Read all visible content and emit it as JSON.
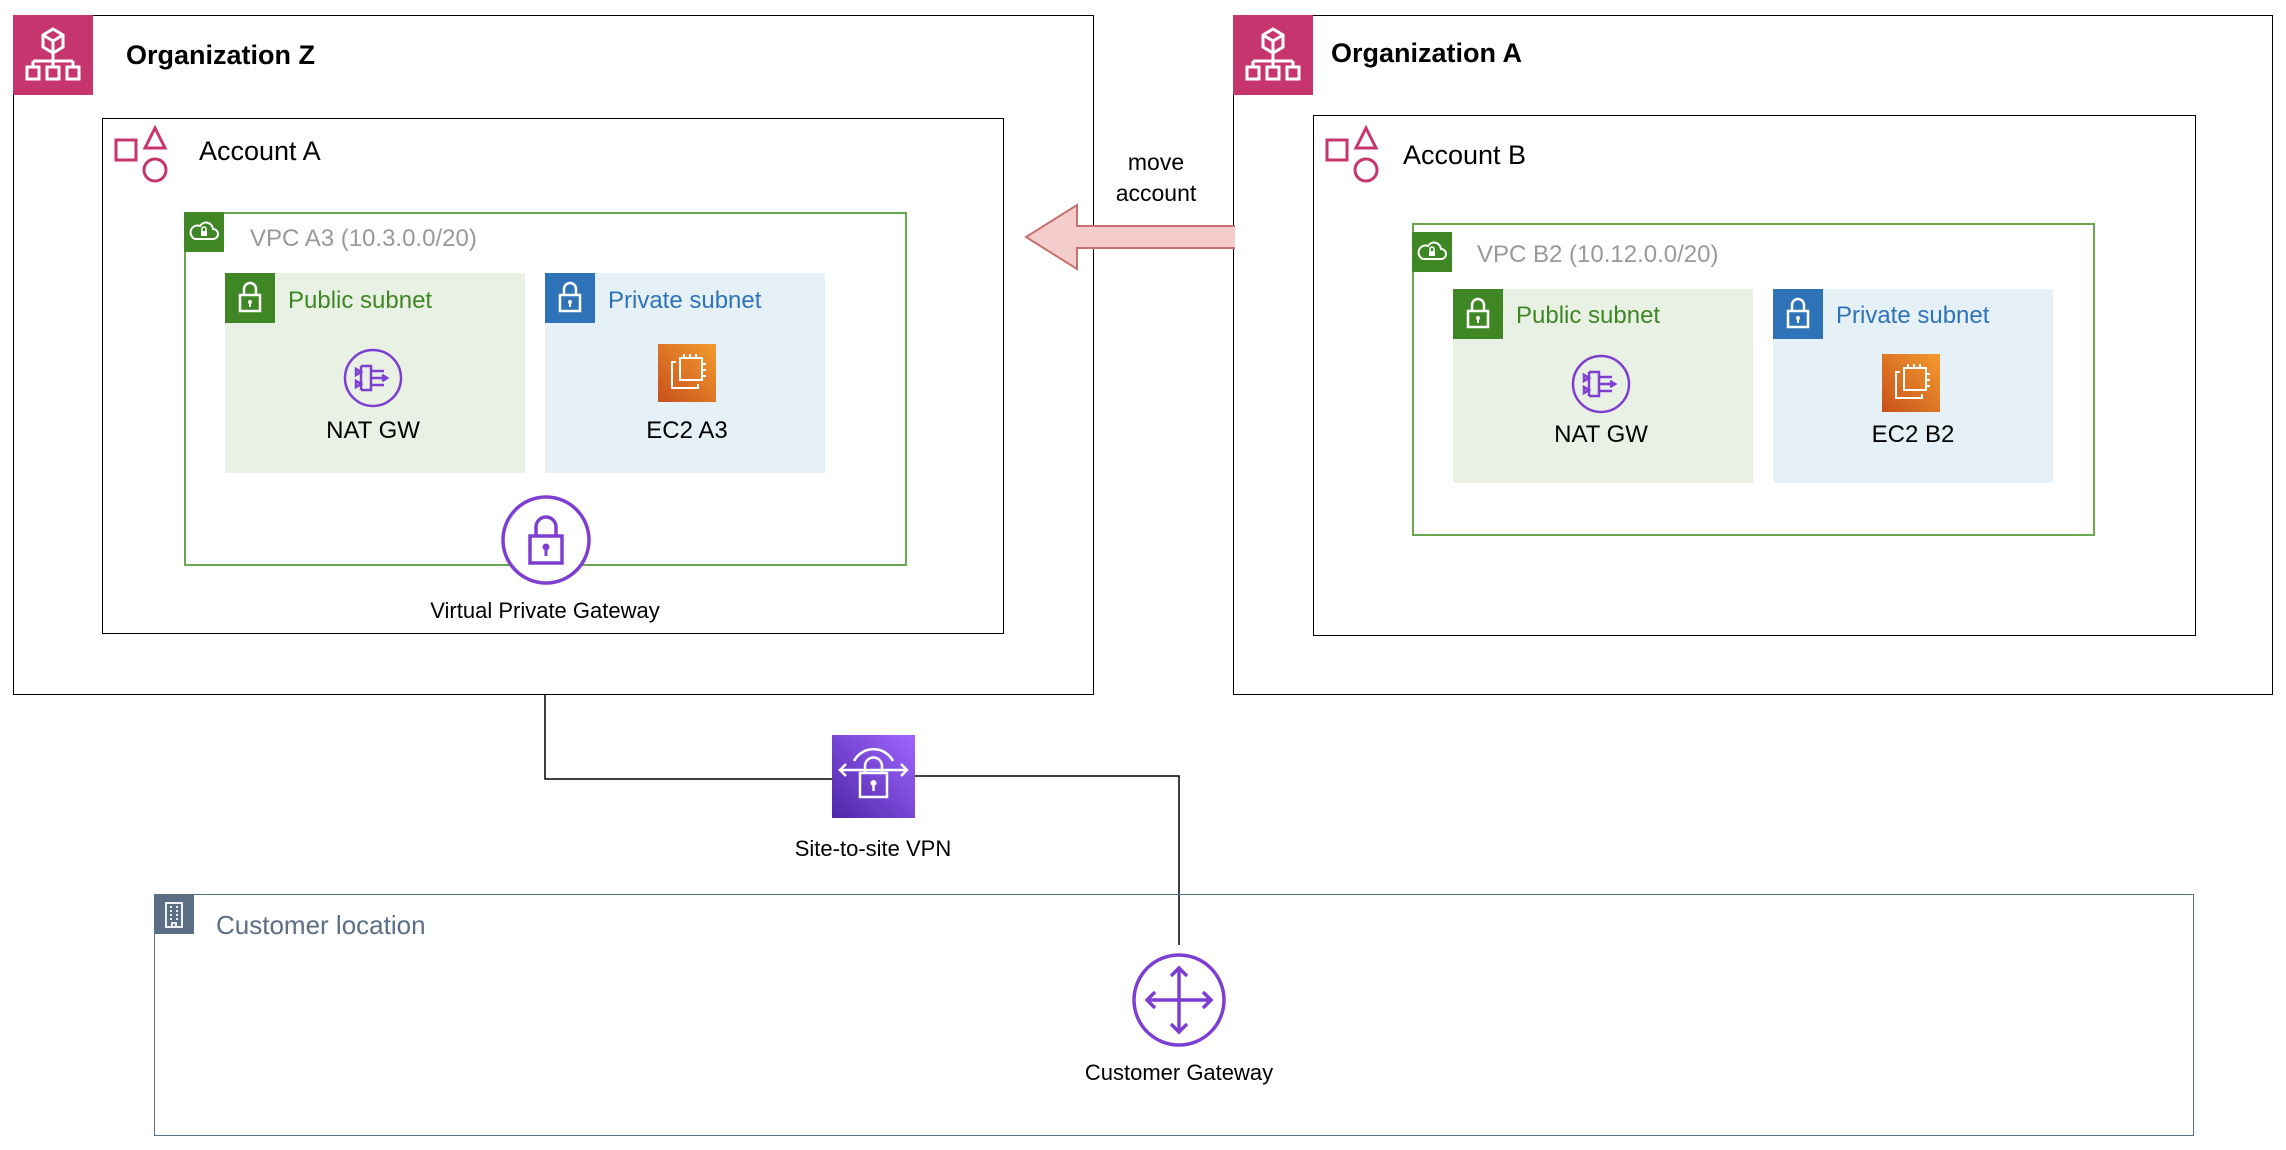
{
  "organizations": {
    "z": {
      "title": "Organization Z"
    },
    "a": {
      "title": "Organization A"
    }
  },
  "accounts": {
    "a": {
      "title": "Account A"
    },
    "b": {
      "title": "Account B"
    }
  },
  "vpcs": {
    "a3": {
      "title": "VPC A3 (10.3.0.0/20)",
      "public_subnet": {
        "title": "Public subnet",
        "resource": "NAT GW"
      },
      "private_subnet": {
        "title": "Private subnet",
        "resource": "EC2 A3"
      }
    },
    "b2": {
      "title": "VPC B2 (10.12.0.0/20)",
      "public_subnet": {
        "title": "Public subnet",
        "resource": "NAT GW"
      },
      "private_subnet": {
        "title": "Private subnet",
        "resource": "EC2 B2"
      }
    }
  },
  "move_arrow": {
    "label_line1": "move",
    "label_line2": "account"
  },
  "virtual_private_gateway": {
    "label": "Virtual Private Gateway"
  },
  "vpn": {
    "label": "Site-to-site VPN"
  },
  "customer_location": {
    "title": "Customer location"
  },
  "customer_gateway": {
    "label": "Customer Gateway"
  },
  "colors": {
    "organization_icon": "#c7356e",
    "account_icon": "#c7356e",
    "vpc_green": "#3f8624",
    "public_subnet_bg": "#e9f1e4",
    "private_subnet_icon": "#2e73b8",
    "private_subnet_bg": "#e6f1f7",
    "ec2_orange": "#e8761c",
    "network_purple": "#7d3fd1",
    "customer_location_gray": "#5b6e84",
    "move_arrow_fill": "#f4cccc",
    "move_arrow_stroke": "#c5726e"
  },
  "icons": {
    "organization": "organization-icon",
    "account": "account-icon",
    "vpc": "vpc-cloud-icon",
    "subnet": "padlock-icon",
    "nat": "nat-gateway-icon",
    "ec2": "ec2-instance-icon",
    "vpg": "virtual-private-gateway-icon",
    "vpn": "site-to-site-vpn-icon",
    "customer_location": "building-icon",
    "customer_gateway": "customer-gateway-icon"
  }
}
